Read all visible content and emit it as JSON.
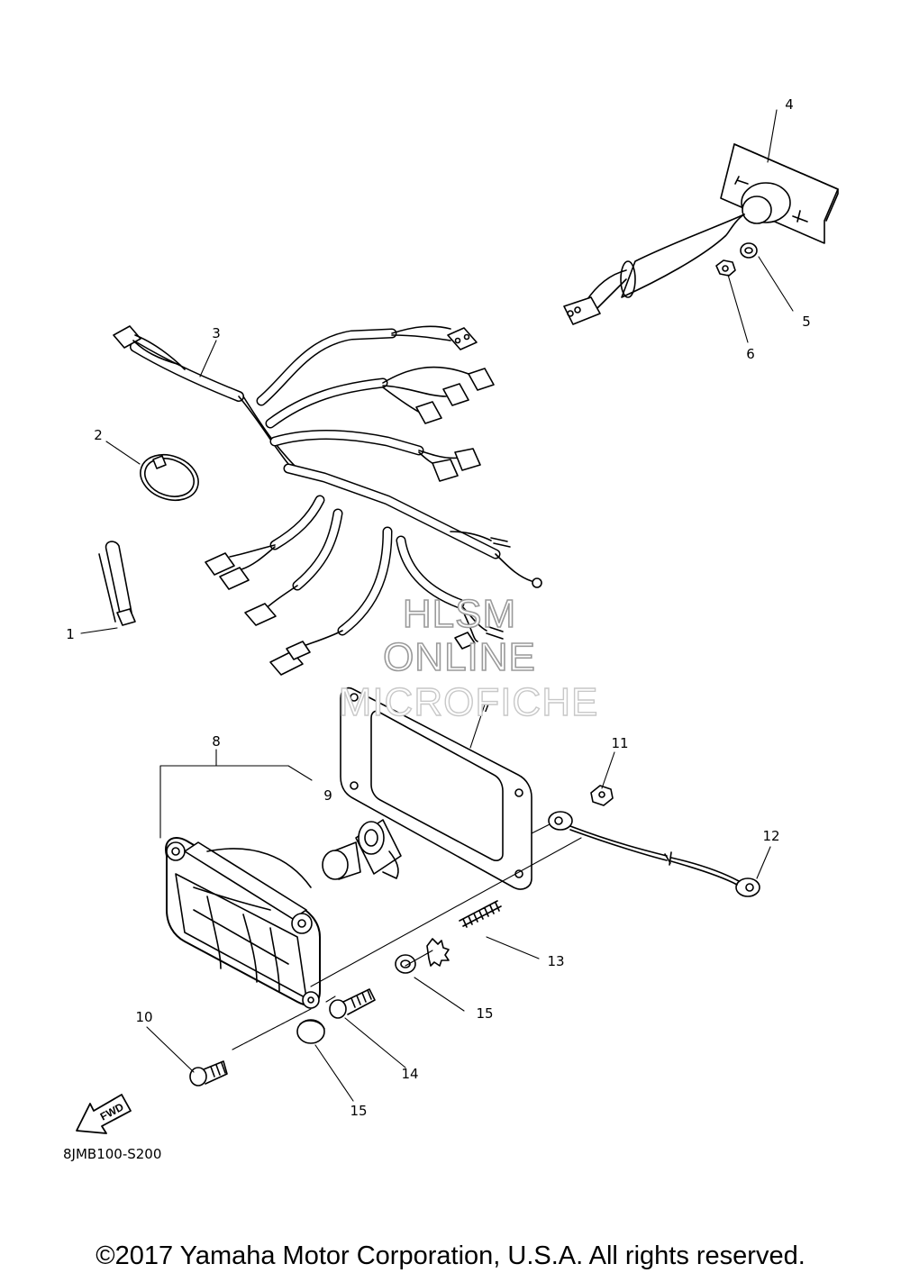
{
  "callouts": [
    {
      "id": "1",
      "label": "1"
    },
    {
      "id": "2",
      "label": "2"
    },
    {
      "id": "3",
      "label": "3"
    },
    {
      "id": "4",
      "label": "4"
    },
    {
      "id": "5",
      "label": "5"
    },
    {
      "id": "6",
      "label": "6"
    },
    {
      "id": "7",
      "label": "7"
    },
    {
      "id": "8",
      "label": "8"
    },
    {
      "id": "9",
      "label": "9"
    },
    {
      "id": "10",
      "label": "10"
    },
    {
      "id": "11",
      "label": "11"
    },
    {
      "id": "12",
      "label": "12"
    },
    {
      "id": "13",
      "label": "13"
    },
    {
      "id": "14",
      "label": "14"
    },
    {
      "id": "15a",
      "label": "15"
    },
    {
      "id": "15b",
      "label": "15"
    }
  ],
  "watermark": {
    "line1": "HLSM",
    "line2": "ONLINE",
    "line3": "MICROFICHE"
  },
  "fwd_label": "FWD",
  "diagram_code": "8JMB100-S200",
  "copyright": "©2017 Yamaha Motor Corporation, U.S.A. All rights reserved."
}
